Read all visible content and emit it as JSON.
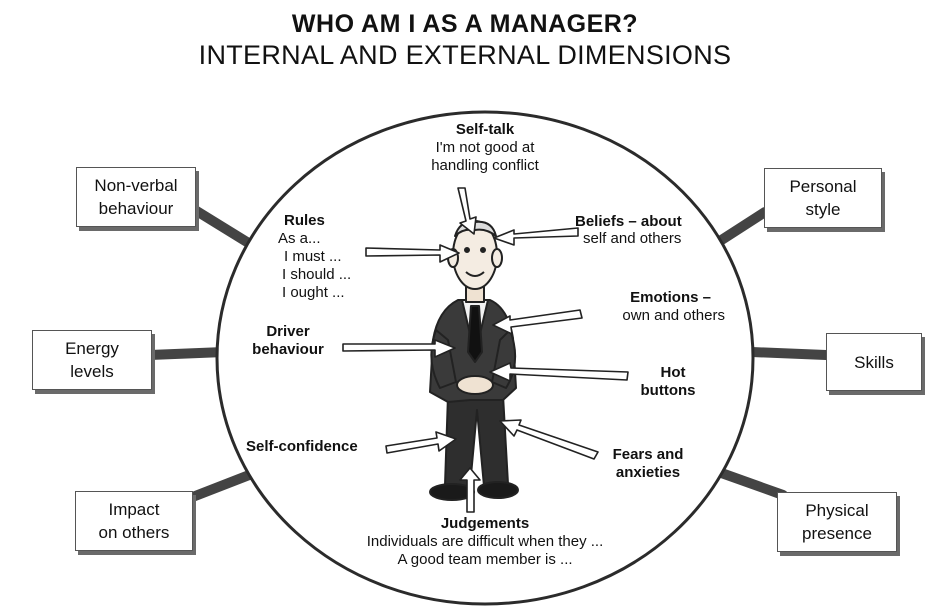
{
  "header": {
    "title": "WHO AM I AS A MANAGER?",
    "subtitle": "INTERNAL AND EXTERNAL DIMENSIONS"
  },
  "external": {
    "non_verbal": [
      "Non-verbal",
      "behaviour"
    ],
    "energy": [
      "Energy",
      "levels"
    ],
    "impact": [
      "Impact",
      "on others"
    ],
    "personal_style": [
      "Personal",
      "style"
    ],
    "skills": [
      "Skills"
    ],
    "physical": [
      "Physical",
      "presence"
    ]
  },
  "internal": {
    "self_talk": {
      "title": "Self-talk",
      "lines": [
        "I'm not good at",
        "handling conflict"
      ]
    },
    "rules": {
      "title": "Rules",
      "lines": [
        "As a...",
        "I must ...",
        "I should ...",
        "I ought ..."
      ]
    },
    "beliefs": {
      "lines": [
        "Beliefs – about",
        "self and others"
      ]
    },
    "emotions": {
      "lines": [
        "Emotions –",
        "own and others"
      ]
    },
    "driver": {
      "lines": [
        "Driver",
        "behaviour"
      ]
    },
    "hot_buttons": {
      "lines": [
        "Hot",
        "buttons"
      ]
    },
    "self_confidence": {
      "title": "Self-confidence"
    },
    "fears": {
      "lines": [
        "Fears and",
        "anxieties"
      ]
    },
    "judgements": {
      "title": "Judgements",
      "lines": [
        "Individuals are difficult when they ...",
        "A good team member is ..."
      ]
    }
  }
}
